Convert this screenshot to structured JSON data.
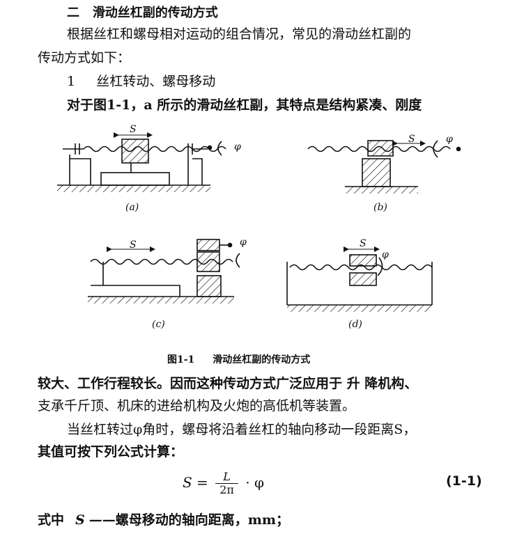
{
  "section": {
    "number": "二",
    "title": "滑动丝杠副的传动方式"
  },
  "para1": {
    "line1": "根据丝杠和螺母相对运动的组合情况，常见的滑动丝杠副的",
    "line2": "传动方式如下："
  },
  "subsection": {
    "number": "1",
    "title": "丝杠转动、螺母移动"
  },
  "para2": {
    "line1": "对于图1-1，a 所示的滑动丝杠副，其特点是结构紧凑、刚度"
  },
  "figure": {
    "labels": [
      "(a)",
      "(b)",
      "(c)",
      "(d)"
    ],
    "s_symbol": "S",
    "phi_symbol": "φ",
    "caption_number": "图1-1",
    "caption_text": "滑动丝杠副的传动方式"
  },
  "para3": {
    "line1": "较大、工作行程较长。因而这种传动方式广泛应用于 升 降机构、",
    "line2": "支承千斤顶、机床的进给机构及火炮的高低机等装置。"
  },
  "para4": {
    "line1": "当丝杠转过φ角时，螺母将沿着丝杠的轴向移动一段距离S，",
    "line2": "其值可按下列公式计算："
  },
  "formula": {
    "lhs": "S =",
    "numerator": "L",
    "denominator": "2π",
    "rhs": "· φ",
    "number": "(1-1)"
  },
  "where": {
    "prefix": "式中",
    "symbol": "S",
    "desc": "——螺母移动的轴向距离，mm；"
  }
}
